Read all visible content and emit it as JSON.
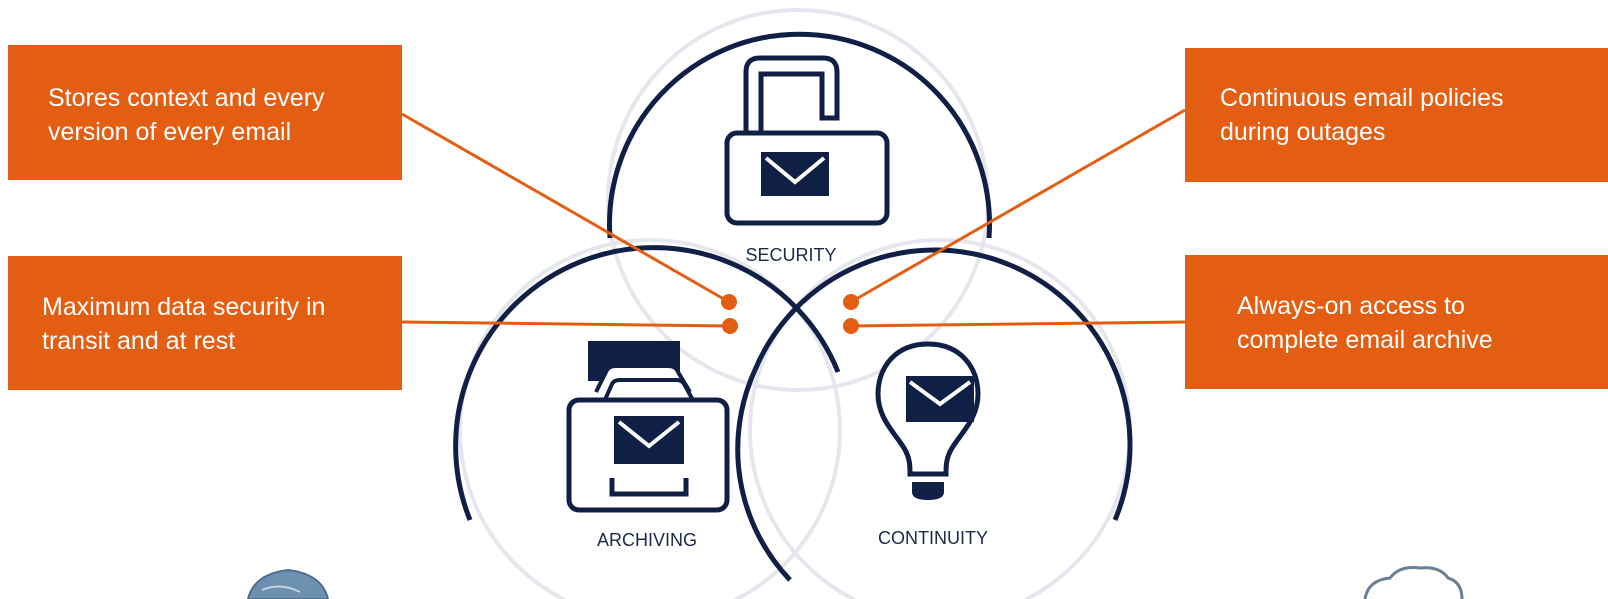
{
  "callouts": {
    "top_left": "Stores context and every\nversion of every email",
    "middle_left": "Maximum data security in\ntransit and at rest",
    "top_right": "Continuous email policies\nduring outages",
    "middle_right": "Always-on access to\ncomplete email archive"
  },
  "circles": {
    "security": "SECURITY",
    "archiving": "ARCHIVING",
    "continuity": "CONTINUITY"
  },
  "colors": {
    "accent": "#e35e12",
    "navy": "#0f1f45",
    "faint": "#e8e9f0"
  },
  "icons": [
    "padlock-email-icon",
    "archive-tray-email-icon",
    "lightbulb-email-icon",
    "globe-icon",
    "cloud-icon"
  ]
}
